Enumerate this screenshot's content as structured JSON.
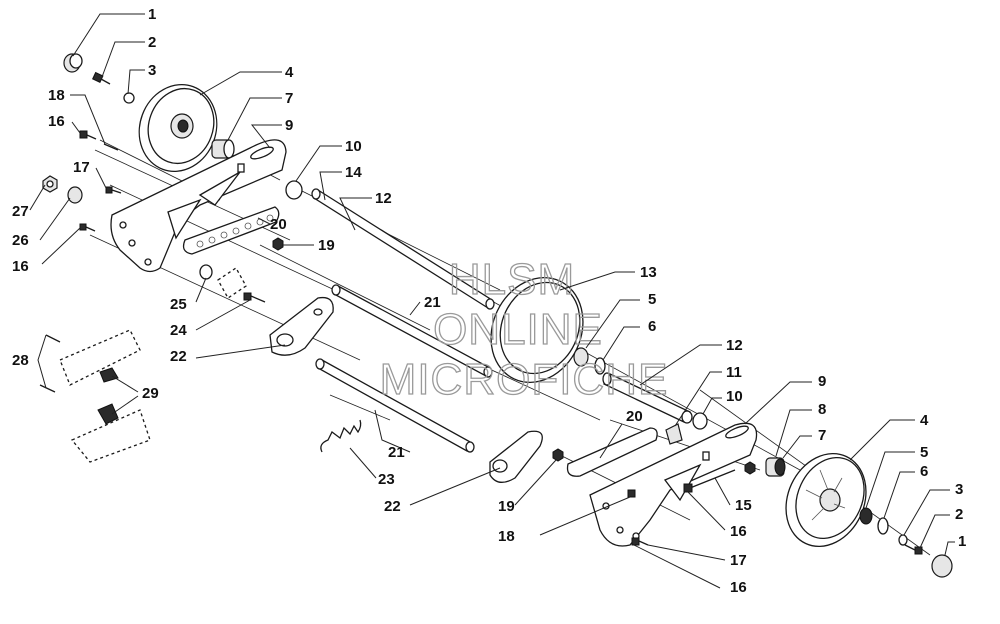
{
  "diagram": {
    "callouts": [
      "1",
      "2",
      "3",
      "4",
      "7",
      "9",
      "10",
      "14",
      "12",
      "18",
      "16",
      "17",
      "27",
      "26",
      "16",
      "20",
      "19",
      "25",
      "24",
      "22",
      "28",
      "29",
      "21",
      "13",
      "5",
      "6",
      "12",
      "11",
      "10",
      "21",
      "23",
      "22",
      "20",
      "19",
      "18",
      "9",
      "8",
      "7",
      "4",
      "5",
      "6",
      "3",
      "2",
      "1",
      "15",
      "16",
      "17",
      "16"
    ]
  },
  "watermark": {
    "line1": "HLSM",
    "line2": "ONLINE",
    "line3": "MICROFICHE"
  },
  "colors": {
    "ink": "#1a1a1a",
    "watermark": "#9a9a9a",
    "background": "#ffffff"
  }
}
